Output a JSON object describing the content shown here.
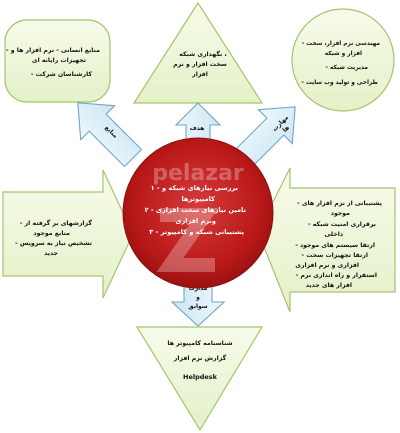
{
  "left_box": {
    "lines": [
      "- منابع انسانی - نرم افزار ها و",
      "تجهیزات رایانه ای",
      "- کارشناسان شرکت"
    ]
  },
  "top_triangle": {
    "lines": [
      "نگهداری شبکه ،",
      "سخت افزار و نرم",
      "افزار"
    ]
  },
  "right_circle": {
    "lines": [
      "- مهندسی نرم افزار، سخت",
      "افزار و شبکه",
      "- مدیریت شبکه",
      "- طراحی و تولید وب سایت"
    ]
  },
  "arrow_labels": {
    "left_up": "منابع",
    "up": "هدف",
    "right_up_line1": "مهارت",
    "right_up_line2": "ها",
    "down_line1": "مدارک",
    "down_line2": "و",
    "down_line3": "سوابق"
  },
  "center_circle": {
    "lines": [
      "۱ - بررسی نیازهای شبکه و",
      "کامپیوترها",
      "۲ - تامین نیازهای سخت افزاری",
      "ونرم افزاری",
      "۳ - پشتیبانی شبکه و کامپیوتر"
    ],
    "watermark": "pelazar"
  },
  "left_arrow": {
    "lines": [
      "- گزارشهای بر گرفته از",
      "منابع موجود",
      "- تشخیص نیاز به سرویس",
      "جدید"
    ]
  },
  "right_arrow": {
    "lines": [
      "- پشتیبانی از نرم افزار های",
      "موجود",
      "- برقراری امنیت شبکه",
      "داخلی",
      "- ارتقا سیستم های موجود",
      "- ارتقا تجهیزات سخت",
      "افزاری و نرم افزاری",
      "- استقرار و راه اندازی نرم",
      "افزار های جدید"
    ]
  },
  "bottom_triangle": {
    "lines": [
      "شناسنامه کامپیوتر ها",
      "گزارش نرم افزار"
    ],
    "helpdesk": "Helpdesk"
  },
  "colors": {
    "shape_fill": "#f0f8dc",
    "shape_stroke": "#a7c36d",
    "arrow_fill": "#dff0f8",
    "arrow_stroke": "#6fa6c7",
    "center_red": "#c01818"
  }
}
